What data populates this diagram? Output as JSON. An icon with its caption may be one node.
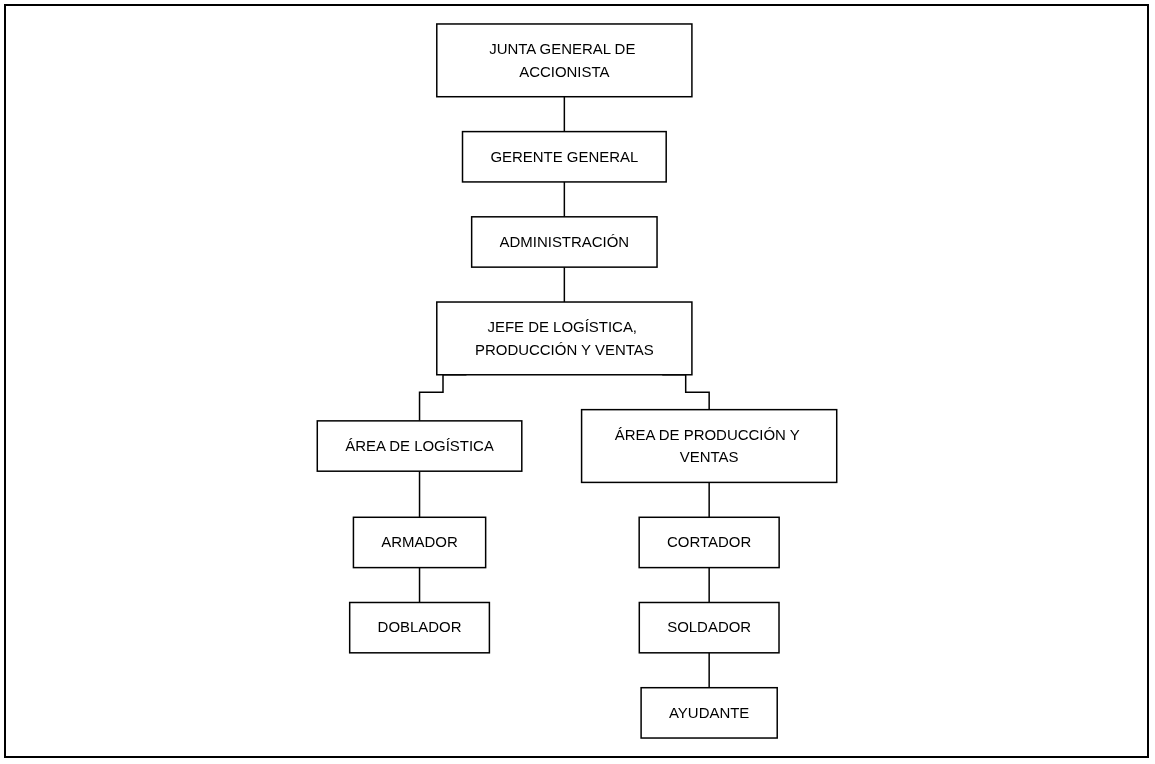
{
  "diagram": {
    "nodes": [
      {
        "text": [
          "JUNTA GENERAL DE ACCIONISTA"
        ]
      },
      {
        "text": [
          "GERENTE GENERAL"
        ]
      },
      {
        "text": [
          "ADMINISTRACIÓN"
        ]
      },
      {
        "text": [
          "JEFE DE LOGÍSTICA, PRODUCCIÓN Y VENTAS"
        ]
      },
      {
        "text": [
          "ÁREA DE LOGÍSTICA"
        ]
      },
      {
        "text": [
          "ÁREA DE PRODUCCIÓN Y VENTAS"
        ]
      },
      {
        "text": [
          "ARMADOR"
        ]
      },
      {
        "text": [
          "DOBLADOR"
        ]
      },
      {
        "text": [
          "CORTADOR"
        ]
      },
      {
        "text": [
          "SOLDADOR"
        ]
      },
      {
        "text": [
          "AYUDANTE"
        ]
      }
    ],
    "edges": [
      {
        "from": 0,
        "to": 1,
        "arrow": "none"
      },
      {
        "from": 1,
        "to": 2,
        "arrow": "none"
      },
      {
        "from": 2,
        "to": 3,
        "arrow": "none"
      },
      {
        "from": 3,
        "to": 4,
        "arrow": "none"
      },
      {
        "from": 3,
        "to": 5,
        "arrow": "none"
      },
      {
        "from": 4,
        "to": 6,
        "arrow": "none"
      },
      {
        "from": 6,
        "to": 7,
        "arrow": "none"
      },
      {
        "from": 5,
        "to": 8,
        "arrow": "none"
      },
      {
        "from": 8,
        "to": 9,
        "arrow": "none"
      },
      {
        "from": 9,
        "to": 10,
        "arrow": "none"
      }
    ]
  }
}
